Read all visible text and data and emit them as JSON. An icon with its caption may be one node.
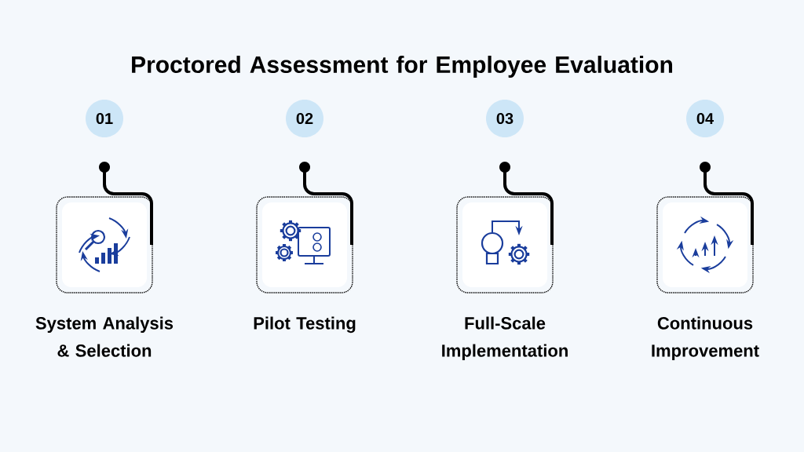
{
  "diagram": {
    "title": "Proctored Assessment for Employee Evaluation",
    "nodes": [
      {
        "text": [
          "01"
        ]
      },
      {
        "text": [
          "System Analysis & Selection"
        ]
      },
      {
        "text": [
          "02"
        ]
      },
      {
        "text": [
          "Pilot Testing"
        ]
      },
      {
        "text": [
          "03"
        ]
      },
      {
        "text": [
          "Full-Scale Implementation"
        ]
      },
      {
        "text": [
          "04"
        ]
      },
      {
        "text": [
          "Continuous Improvement"
        ]
      }
    ]
  }
}
